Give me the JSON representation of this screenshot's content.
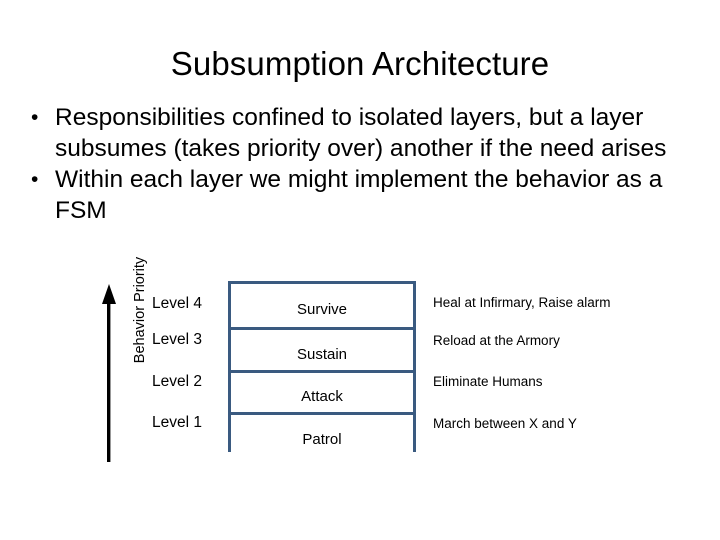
{
  "slide": {
    "title": "Subsumption Architecture",
    "background_color": "#ffffff",
    "accent_color": "#3a5a80",
    "bullet_glyph": "•",
    "bullets": [
      "Responsibilities confined to isolated layers, but a layer subsumes (takes priority over) another if the need arises",
      "Within each layer we might implement the behavior as a FSM"
    ]
  },
  "diagram": {
    "axis_label": "Behavior Priority",
    "axis_direction": "up",
    "levels": [
      {
        "level_label": "Level 4",
        "behavior": "Survive",
        "example": "Heal at Infirmary, Raise alarm"
      },
      {
        "level_label": "Level 3",
        "behavior": "Sustain",
        "example": "Reload at the Armory"
      },
      {
        "level_label": "Level 2",
        "behavior": "Attack",
        "example": "Eliminate Humans"
      },
      {
        "level_label": "Level 1",
        "behavior": "Patrol",
        "example": "March between X and Y"
      }
    ]
  }
}
